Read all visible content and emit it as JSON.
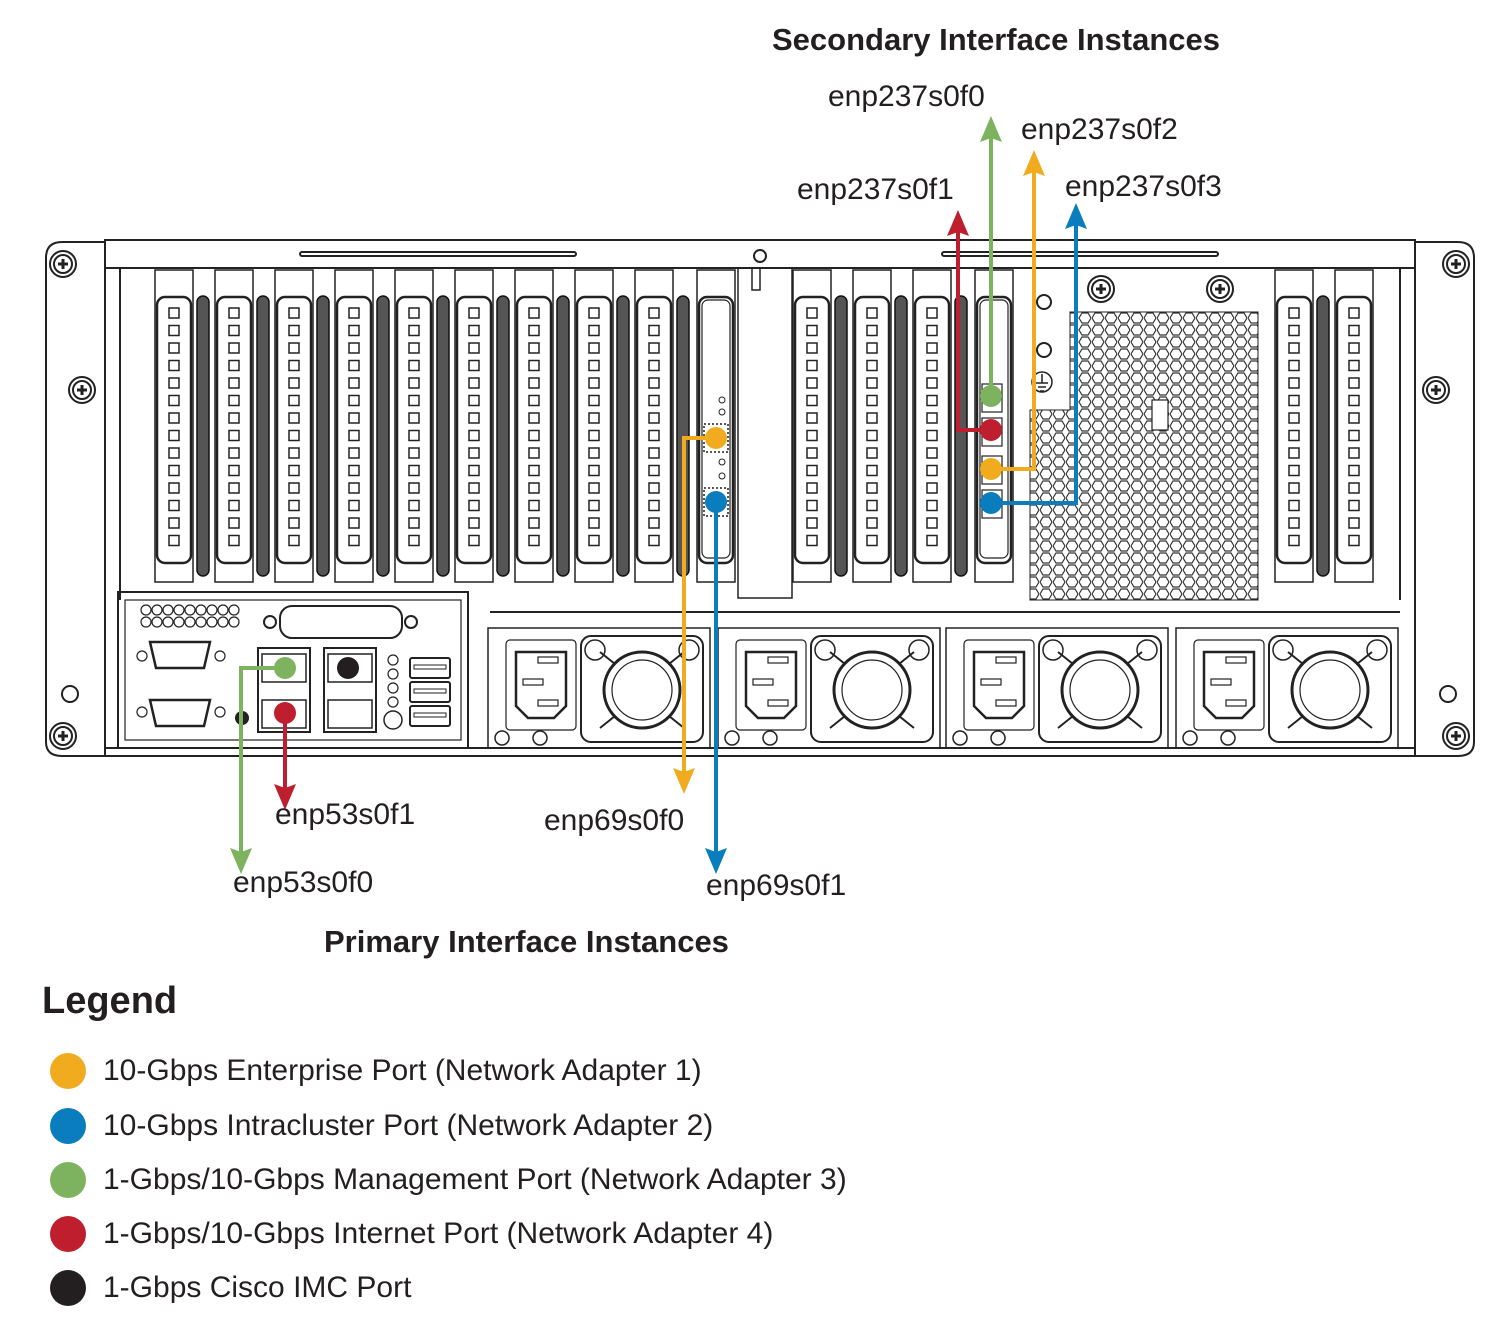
{
  "titles": {
    "secondary": "Secondary Interface Instances",
    "primary": "Primary Interface Instances"
  },
  "colors": {
    "enterprise": "#f0ac1e",
    "intracluster": "#0a7dbf",
    "management": "#7db35e",
    "internet": "#be1e2d",
    "cimc": "#231f20"
  },
  "interfaces": {
    "secondary": [
      {
        "name": "enp237s0f0",
        "port_type": "management"
      },
      {
        "name": "enp237s0f1",
        "port_type": "internet"
      },
      {
        "name": "enp237s0f2",
        "port_type": "enterprise"
      },
      {
        "name": "enp237s0f3",
        "port_type": "intracluster"
      }
    ],
    "primary": [
      {
        "name": "enp53s0f0",
        "port_type": "management"
      },
      {
        "name": "enp53s0f1",
        "port_type": "internet"
      },
      {
        "name": "enp69s0f0",
        "port_type": "enterprise"
      },
      {
        "name": "enp69s0f1",
        "port_type": "intracluster"
      }
    ]
  },
  "legend": {
    "title": "Legend",
    "items": [
      {
        "key": "enterprise",
        "label": "10-Gbps Enterprise Port (Network Adapter 1)"
      },
      {
        "key": "intracluster",
        "label": "10-Gbps Intracluster Port (Network Adapter 2)"
      },
      {
        "key": "management",
        "label": "1-Gbps/10-Gbps Management Port (Network Adapter 3)"
      },
      {
        "key": "internet",
        "label": "1-Gbps/10-Gbps Internet Port (Network Adapter 4)"
      },
      {
        "key": "cimc",
        "label": "1-Gbps Cisco IMC Port"
      }
    ]
  }
}
